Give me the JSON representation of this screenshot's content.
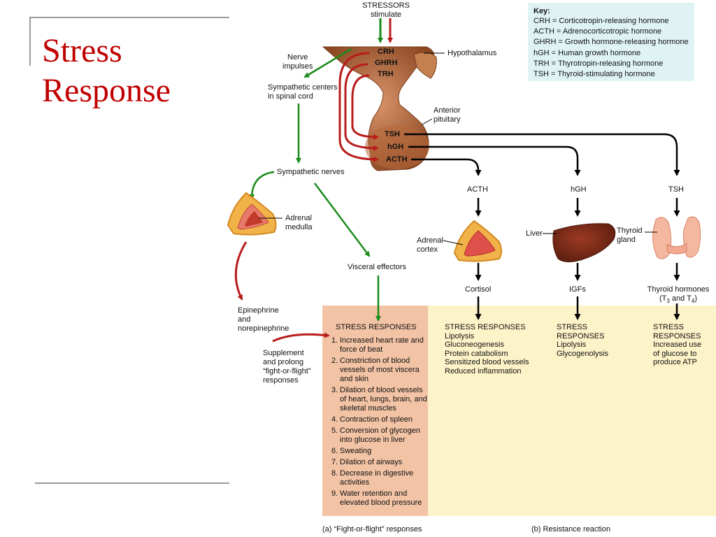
{
  "slide": {
    "title_line1": "Stress",
    "title_line2": "Response"
  },
  "stressors": {
    "line1": "STRESSORS",
    "line2": "stimulate"
  },
  "hypothalamus": {
    "label": "Hypothalamus",
    "hormones": [
      "CRH",
      "GHRH",
      "TRH"
    ]
  },
  "pituitary": {
    "label_line1": "Anterior",
    "label_line2": "pituitary",
    "hormones": [
      "TSH",
      "hGH",
      "ACTH"
    ]
  },
  "left_pathway": {
    "nerve_impulses": [
      "Nerve",
      "impulses"
    ],
    "sympathetic_centers": [
      "Sympathetic centers",
      "in spinal cord"
    ],
    "sympathetic_nerves": "Sympathetic nerves",
    "adrenal_medulla": [
      "Adrenal",
      "medulla"
    ],
    "visceral_effectors": "Visceral effectors",
    "epinephrine": [
      "Epinephrine",
      "and",
      "norepinephrine"
    ],
    "supplement": [
      "Supplement",
      "and prolong",
      "“fight-or-flight”",
      "responses"
    ]
  },
  "key": {
    "title": "Key:",
    "items": [
      "CRH = Corticotropin-releasing hormone",
      "ACTH = Adrenocorticotropic hormone",
      "GHRH = Growth hormone-releasing hormone",
      "hGH = Human growth hormone",
      "TRH = Thyrotropin-releasing hormone",
      "TSH = Thyroid-stimulating hormone"
    ]
  },
  "columns": {
    "acth": {
      "hormone": "ACTH",
      "organ": [
        "Adrenal",
        "cortex"
      ],
      "product": "Cortisol",
      "responses": [
        "STRESS RESPONSES",
        "Lipolysis",
        "Gluconeogenesis",
        "Protein catabolism",
        "Sensitized blood vessels",
        "Reduced inflammation"
      ]
    },
    "hgh": {
      "hormone": "hGH",
      "organ": [
        "Liver"
      ],
      "product": "IGFs",
      "responses": [
        "STRESS",
        "RESPONSES",
        "Lipolysis",
        "Glycogenolysis"
      ]
    },
    "tsh": {
      "hormone": "TSH",
      "organ": [
        "Thyroid",
        "gland"
      ],
      "product_line1": "Thyroid hormones",
      "product_line2_a": "(T",
      "product_sub1": "3",
      "product_line2_b": " and T",
      "product_sub2": "4",
      "product_line2_c": ")",
      "responses": [
        "STRESS",
        "RESPONSES",
        "Increased use",
        "of glucose to",
        "produce ATP"
      ]
    }
  },
  "fight_flight": {
    "heading": "STRESS RESPONSES",
    "items": [
      {
        "num": "1.",
        "text": "Increased heart rate and force of beat"
      },
      {
        "num": "2.",
        "text": "Constriction of blood vessels of most viscera and skin"
      },
      {
        "num": "3.",
        "text": "Dilation of blood vessels of heart, lungs, brain, and skeletal muscles"
      },
      {
        "num": "4.",
        "text": "Contraction of spleen"
      },
      {
        "num": "5.",
        "text": "Conversion of glycogen into glucose in liver"
      },
      {
        "num": "6.",
        "text": "Sweating"
      },
      {
        "num": "7.",
        "text": "Dilation of airways"
      },
      {
        "num": "8.",
        "text": "Decrease in digestive activities"
      },
      {
        "num": "9.",
        "text": "Water retention and elevated blood pressure"
      }
    ]
  },
  "captions": {
    "a": "(a) “Fight-or-flight” responses",
    "b": "(b) Resistance reaction"
  },
  "colors": {
    "title": "#c00000",
    "green_arrow": "#1a8a1a",
    "red_arrow": "#b81c1c",
    "black_arrow": "#000000",
    "key_bg": "#dff3f5",
    "panel_a_bg": "#f2c3a5",
    "panel_b_bg": "#fdf3c8"
  }
}
